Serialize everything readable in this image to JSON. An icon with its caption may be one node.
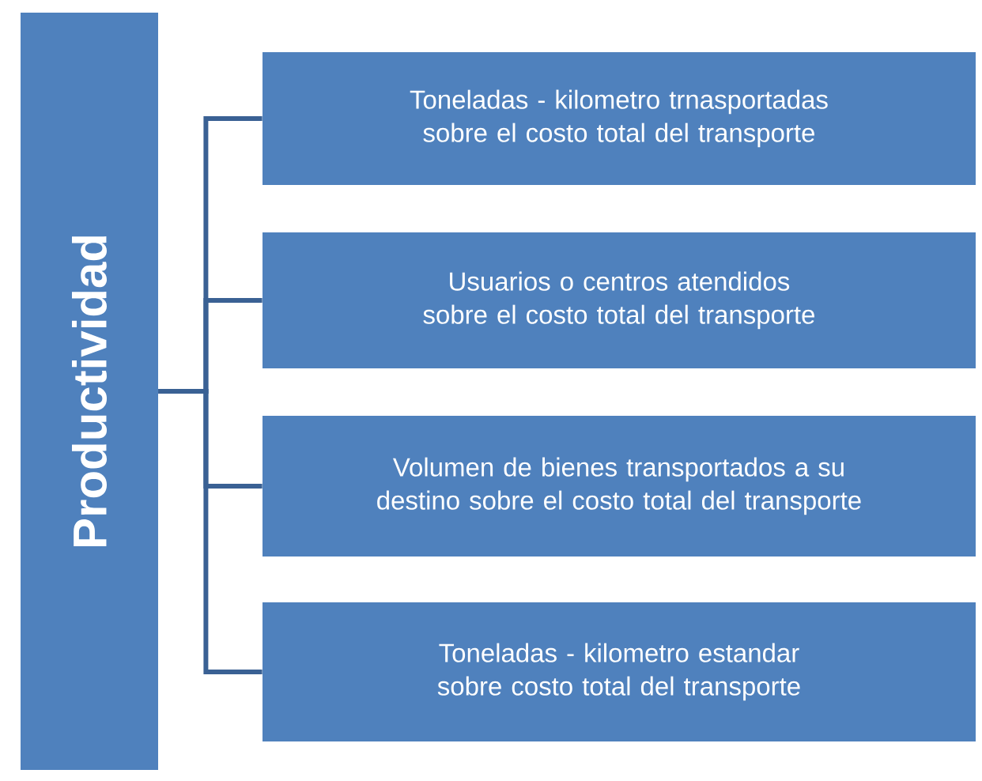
{
  "diagram": {
    "nodes": [
      {
        "text": [
          "Productividad"
        ]
      },
      {
        "text": [
          "Toneladas - kilometro trnasportadas sobre el costo total del transporte"
        ]
      },
      {
        "text": [
          "Usuarios o centros atendidos sobre el costo total del transporte"
        ]
      },
      {
        "text": [
          "Volumen de bienes transportados a su destino sobre el costo total del transporte"
        ]
      },
      {
        "text": [
          "Toneladas - kilometro estandar sobre costo  total del transporte"
        ]
      }
    ],
    "edges": [
      {
        "from": 0,
        "to": 1,
        "arrow": "none"
      },
      {
        "from": 0,
        "to": 2,
        "arrow": "none"
      },
      {
        "from": 0,
        "to": 3,
        "arrow": "none"
      },
      {
        "from": 0,
        "to": 4,
        "arrow": "none"
      }
    ]
  }
}
